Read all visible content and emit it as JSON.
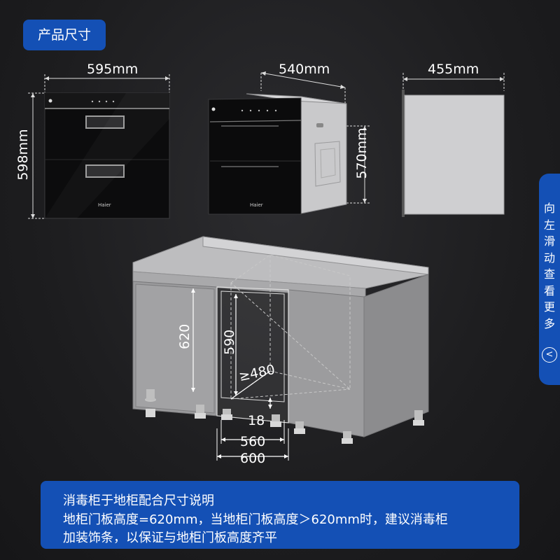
{
  "header": {
    "title": "产品尺寸"
  },
  "product_dims": {
    "front_width": "595mm",
    "front_height": "598mm",
    "side_depth": "540mm",
    "side_height": "570mm",
    "panel_width": "455mm"
  },
  "cabinet_dims": {
    "door_height": "620",
    "opening_height": "590",
    "depth": "≥480",
    "plinth": "18",
    "inner_width": "560",
    "outer_width": "600"
  },
  "brand": "Haier",
  "side_tab": {
    "label": "向左滑动查看更多",
    "arrow": "<"
  },
  "note": {
    "line1": "消毒柜于地柜配合尺寸说明",
    "line2": "地柜门板高度=620mm，当地柜门板高度＞620mm时，建议消毒柜",
    "line3": "加装饰条，以保证与地柜门板高度齐平"
  },
  "colors": {
    "accent": "#1450b5",
    "background": "#1f1f21"
  }
}
